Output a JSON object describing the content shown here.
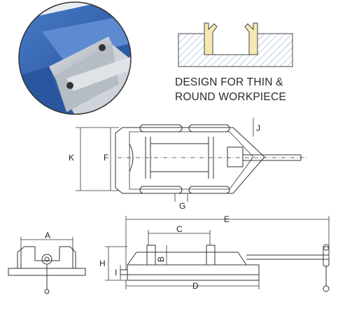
{
  "caption": {
    "line1": "DESIGN FOR THIN &",
    "line2": "ROUND WORKPIECE"
  },
  "dimensions": {
    "A": "A",
    "B": "B",
    "C": "C",
    "D": "D",
    "E": "E",
    "F": "F",
    "G": "G",
    "H": "H",
    "I": "I",
    "J": "J",
    "K": "K"
  },
  "colors": {
    "vise_blue": "#2f5fae",
    "jaw_steel": "#c9cdd2",
    "hatch": "#7a9cc7",
    "jaw_yellow": "#f6e8b0",
    "line": "#333333"
  }
}
